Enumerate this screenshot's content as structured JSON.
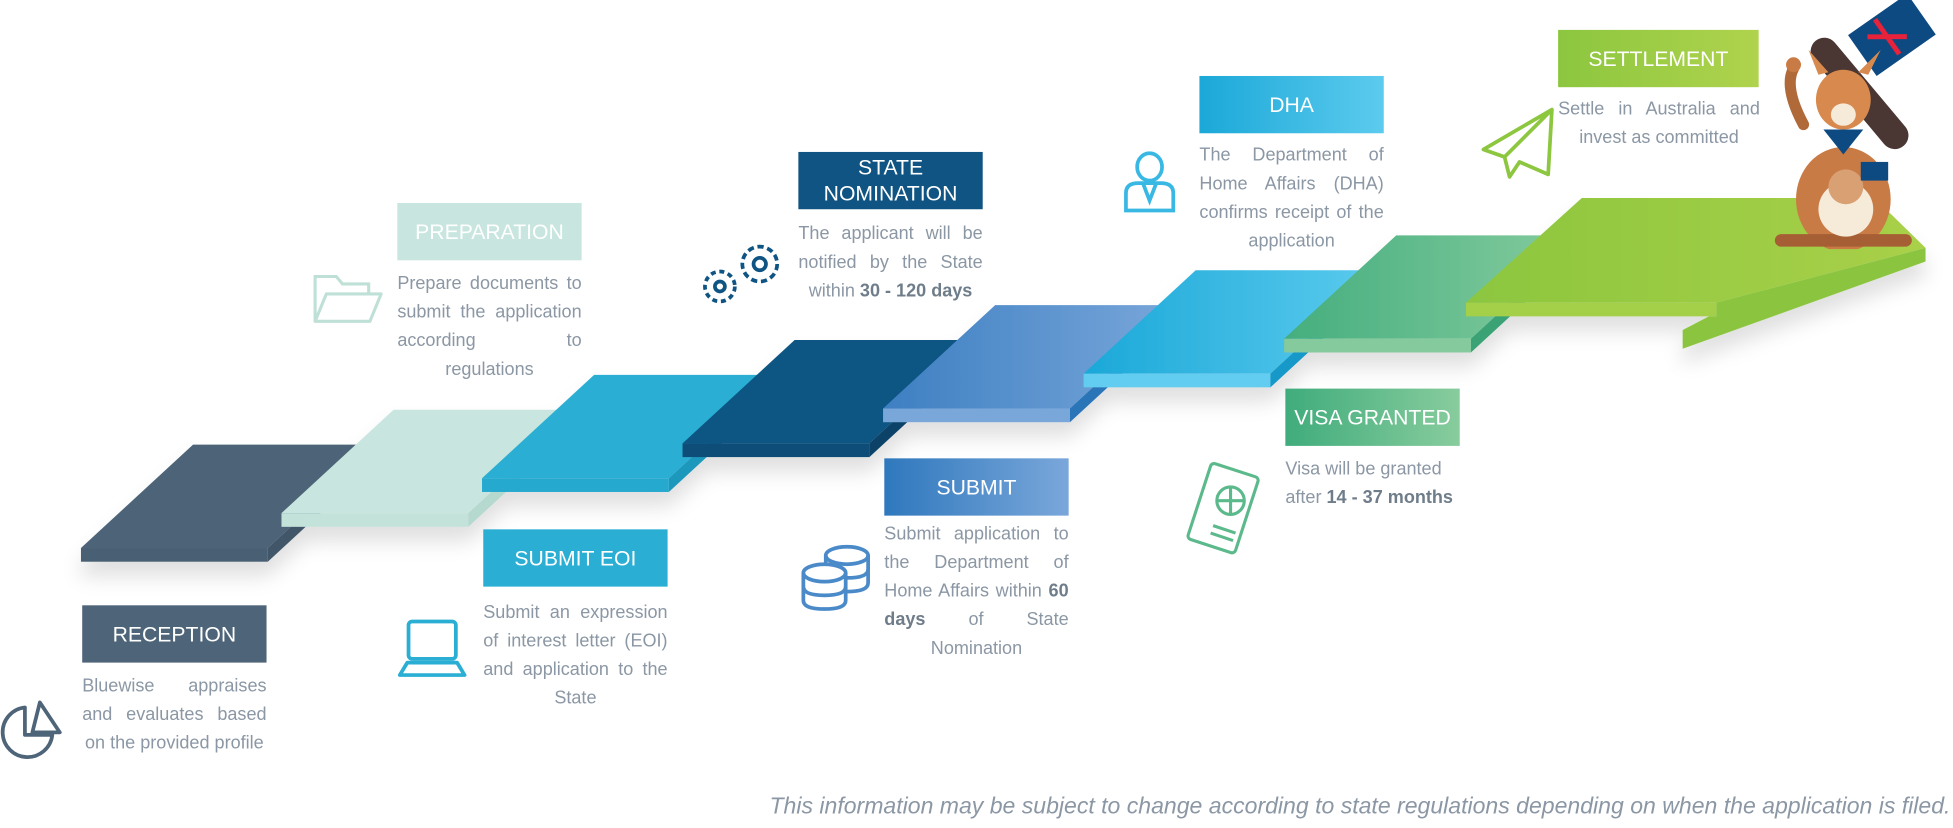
{
  "steps": [
    {
      "title": "RECEPTION",
      "text": "Bluewise appraises and evaluates based on the provided profile",
      "icon": "pie-chart-icon",
      "color": "#4e6478"
    },
    {
      "title": "PREPARATION",
      "text": "Prepare documents to submit the application according to regulations",
      "icon": "folder-icon",
      "color": "#c8e6df"
    },
    {
      "title": "SUBMIT EOI",
      "text": "Submit an expression of interest letter (EOI) and application to the State",
      "icon": "laptop-icon",
      "color": "#2aaed3"
    },
    {
      "title": "STATE NOMINATION",
      "text_pre": "The applicant will be notified by the State within ",
      "text_bold": "30 - 120 days",
      "icon": "gears-icon",
      "color": "#0f5482"
    },
    {
      "title": "SUBMIT",
      "text_pre": "Submit application to the Department of Home Affairs within ",
      "text_bold": "60 days",
      "text_post": " of State Nomination",
      "icon": "coins-icon",
      "color": "#4b8ac8"
    },
    {
      "title": "DHA",
      "text": "The Department of Home Affairs (DHA) confirms receipt of the application",
      "icon": "person-icon",
      "color": "#3ab8e4"
    },
    {
      "title": "VISA GRANTED",
      "text_pre": "Visa will be granted after ",
      "text_bold": "14 - 37 months",
      "icon": "passport-icon",
      "color": "#5cb98b"
    },
    {
      "title": "SETTLEMENT",
      "text": "Settle in Australia and invest as committed",
      "icon": "paper-plane-icon",
      "color": "#8dc63f"
    }
  ],
  "disclaimer": "This information may be subject to change according to state regulations depending on when the application is filed."
}
